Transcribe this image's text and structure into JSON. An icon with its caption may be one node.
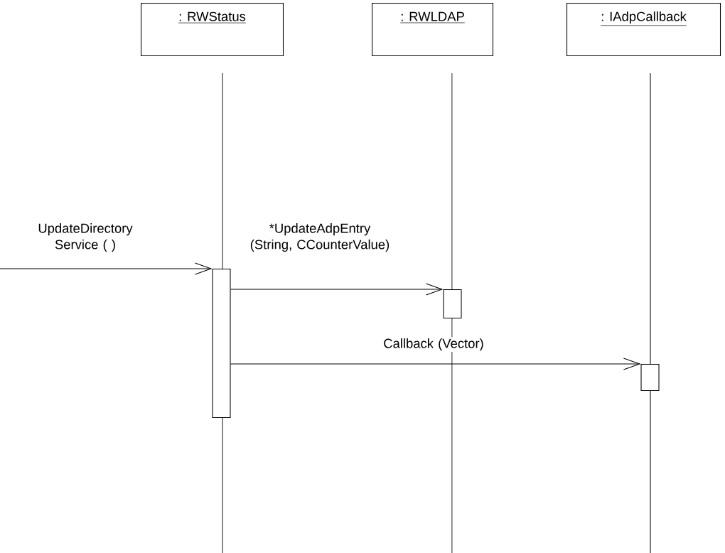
{
  "diagram": {
    "nodes": [
      {
        "text": [
          ": RWStatus"
        ]
      },
      {
        "text": [
          ": RWLDAP"
        ]
      },
      {
        "text": [
          ": IAdpCallback"
        ]
      },
      {
        "text": [],
        "shape": "bar"
      },
      {
        "text": [],
        "shape": "bar"
      },
      {
        "text": [],
        "shape": "bar"
      }
    ],
    "edges": [
      {
        "from": null,
        "to": 3,
        "arrow": "to",
        "label": "UpdateDirectory Service ( )"
      },
      {
        "from": 3,
        "to": 4,
        "arrow": "to",
        "label": "*UpdateAdpEntry (String, CCounterValue)"
      },
      {
        "from": 3,
        "to": 5,
        "arrow": "to",
        "label": "Callback (Vector)"
      }
    ]
  }
}
